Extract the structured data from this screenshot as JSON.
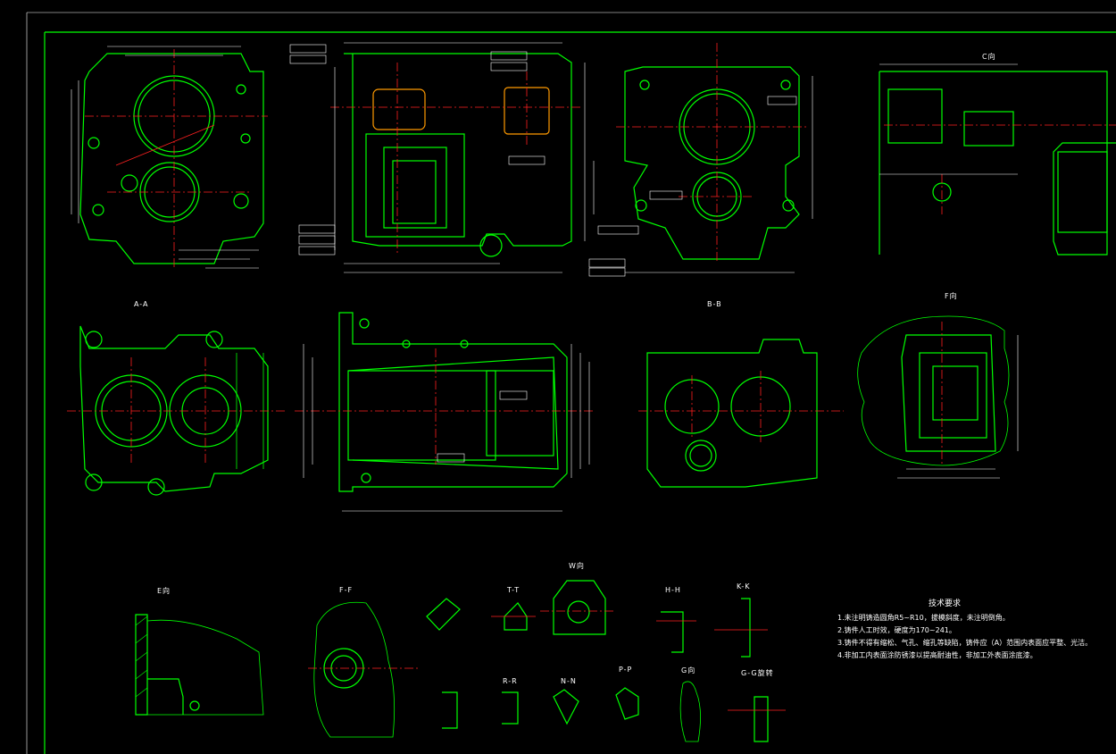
{
  "colors": {
    "background": "#000000",
    "outline": "#00ff00",
    "centerline": "#ff2020",
    "dimension": "#ffffff",
    "highlight": "#ff9a00"
  },
  "views": {
    "c_view": "C向",
    "a_a": "A-A",
    "b_b": "B-B",
    "f_view": "F向",
    "e_view": "E向",
    "f_f": "F-F",
    "t_t": "T-T",
    "w_view": "W向",
    "h_h": "H-H",
    "k_k": "K-K",
    "r_r": "R-R",
    "n_n": "N-N",
    "p_p": "P-P",
    "g_view": "G向",
    "g_g": "G-G旋转"
  },
  "tech_requirements": {
    "title": "技术要求",
    "items": [
      "1.未注明铸造圆角R5~R10，拔模斜度，未注明倒角。",
      "2.铸件人工时效，硬度为170~241。",
      "3.铸件不得有缩松、气孔、缩孔等缺陷，铸件应（A）范围内表面应平整、光洁。",
      "4.非加工内表面涂防锈漆以提高耐油性，非加工外表面涂底漆。"
    ]
  }
}
